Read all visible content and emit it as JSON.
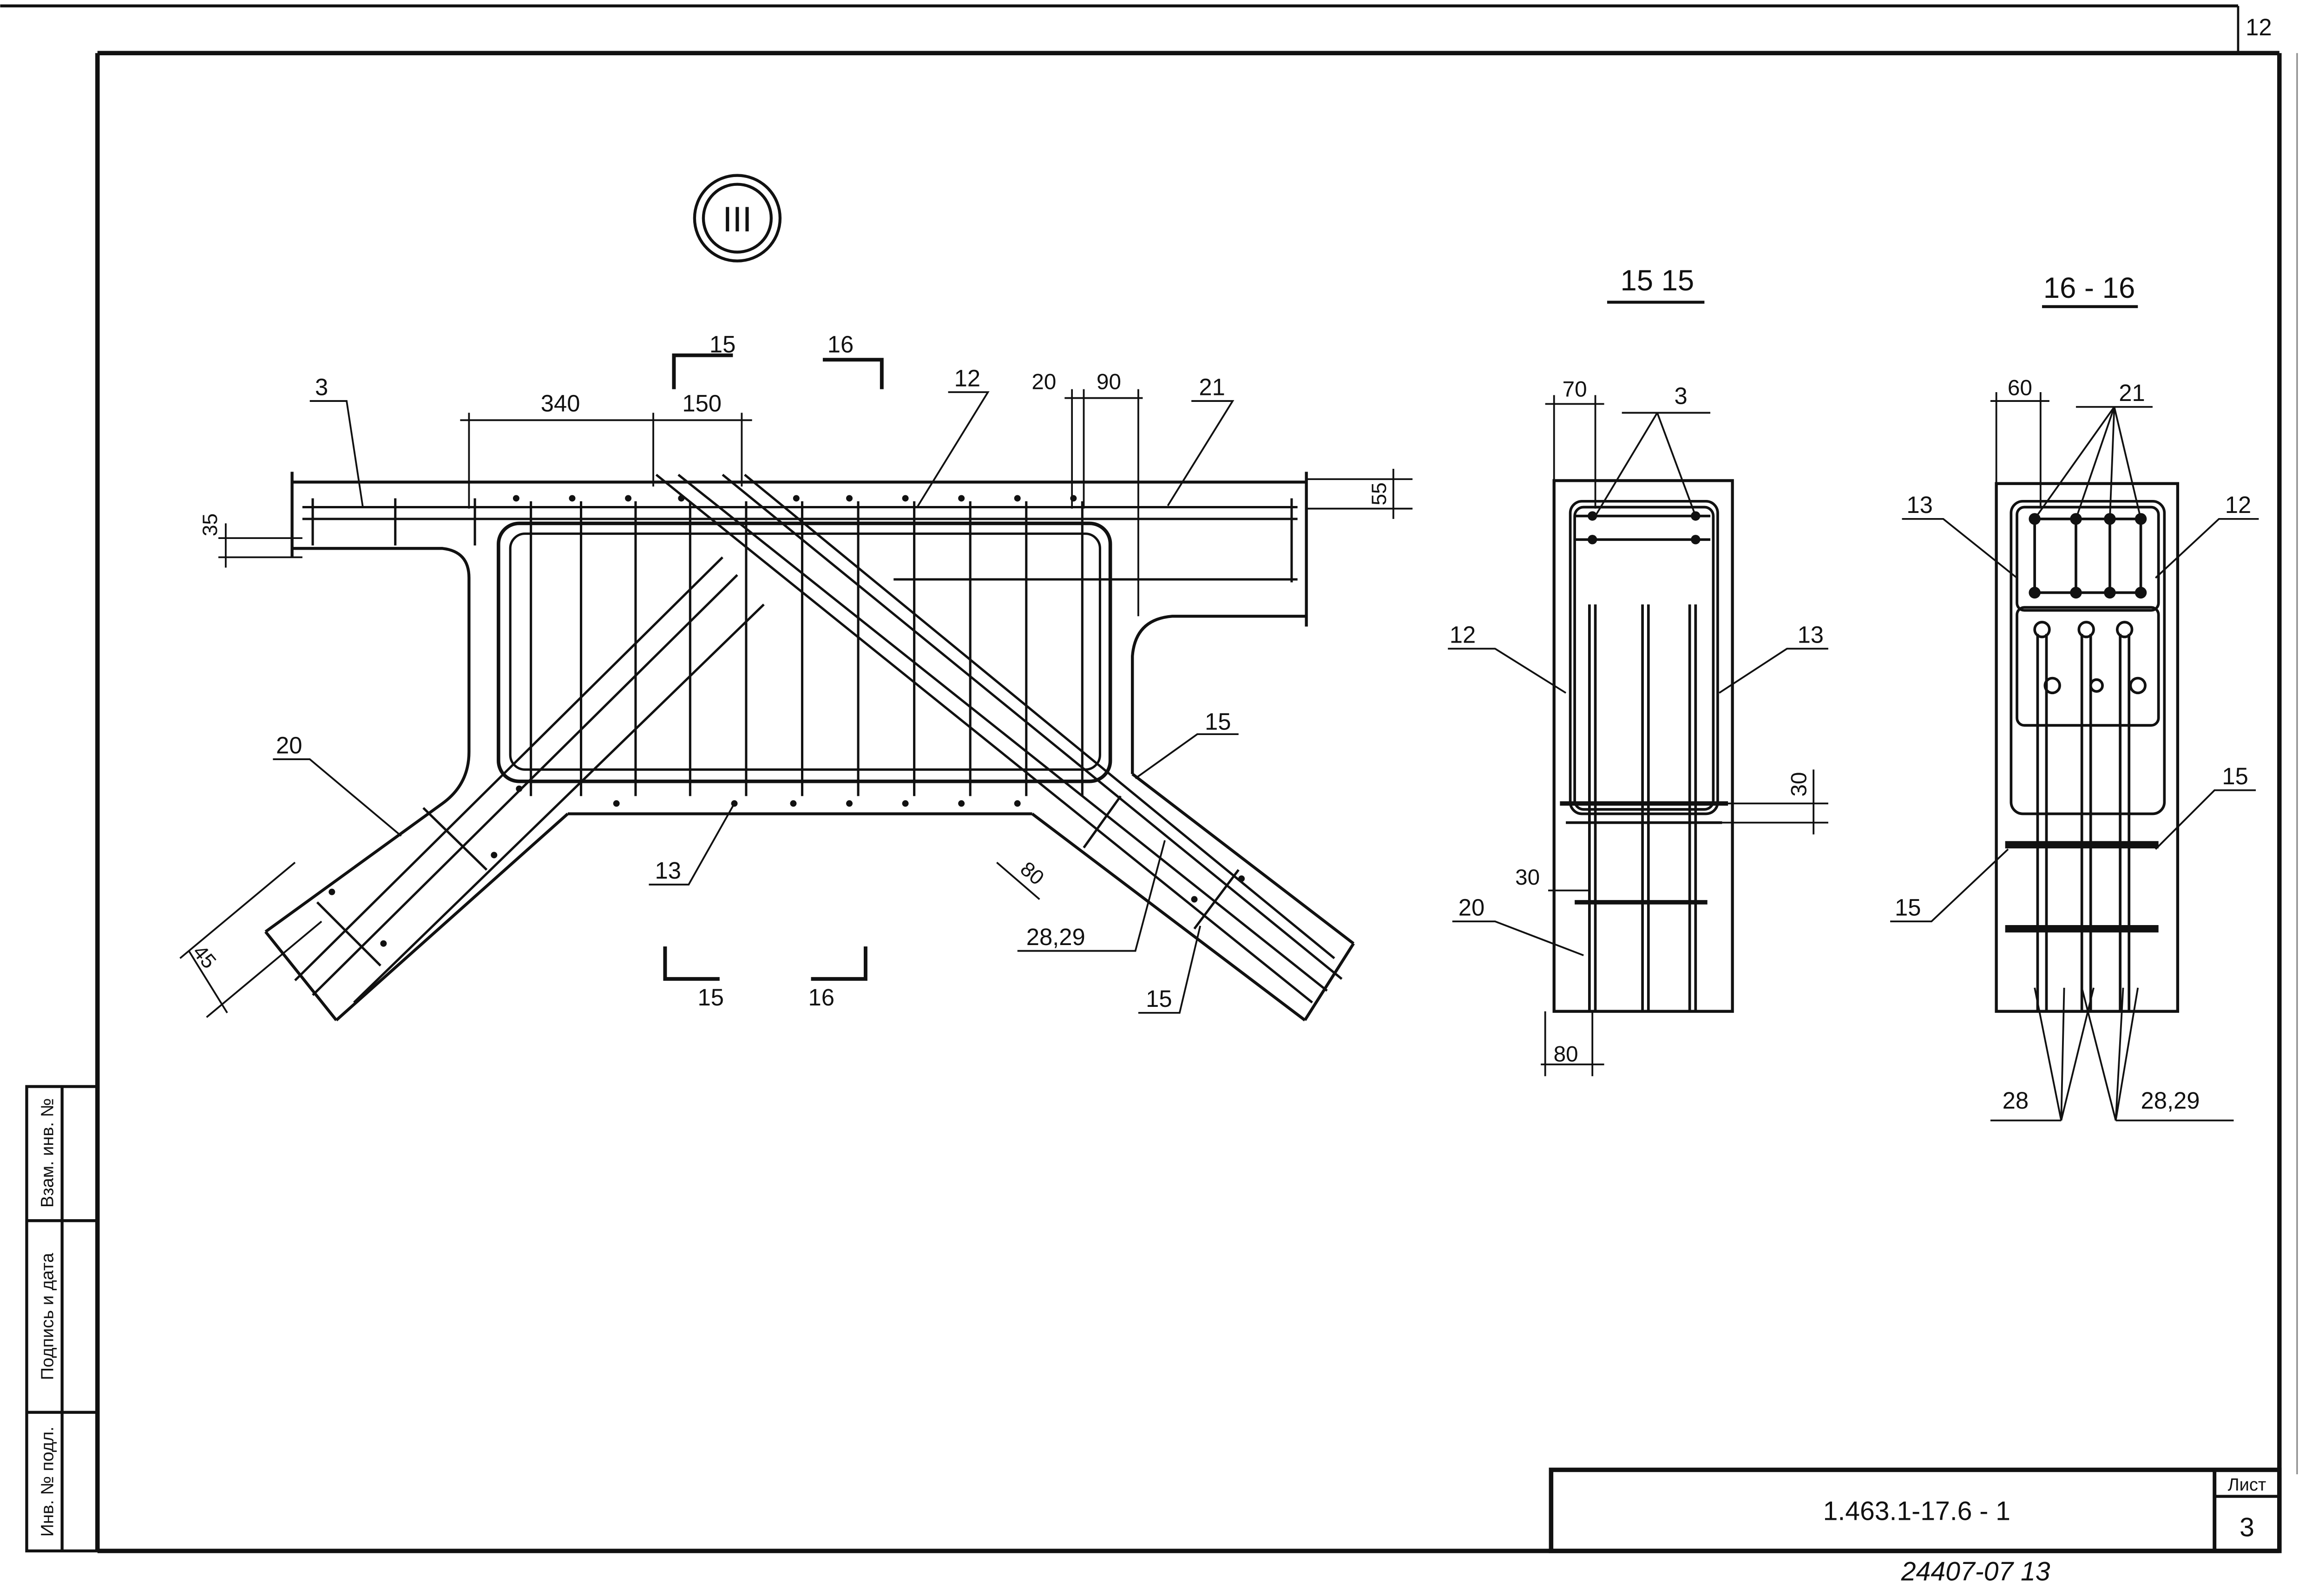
{
  "corner_sheet_number": "12",
  "detail_mark": "III",
  "main_view": {
    "dims": {
      "d340": "340",
      "d150": "150",
      "d20": "20",
      "d90": "90",
      "d35": "35",
      "d55": "55",
      "d45": "45",
      "d80": "80"
    },
    "section_marks": {
      "top_15": "15",
      "top_16": "16",
      "bottom_15": "15",
      "bottom_16": "16"
    },
    "callouts": {
      "c3": "3",
      "c12": "12",
      "c21": "21",
      "c20": "20",
      "c13": "13",
      "c15a": "15",
      "c15b": "15",
      "c2829": "28,29"
    }
  },
  "section_15": {
    "title": "15  15",
    "dims": {
      "d70": "70",
      "d30a": "30",
      "d30b": "30",
      "d80": "80"
    },
    "callouts": {
      "c3": "3",
      "c12": "12",
      "c13": "13",
      "c20": "20"
    }
  },
  "section_16": {
    "title": "16 - 16",
    "dims": {
      "d60": "60"
    },
    "callouts": {
      "c21": "21",
      "c13": "13",
      "c12": "12",
      "c15a": "15",
      "c15b": "15",
      "c28": "28",
      "c2829": "28,29"
    }
  },
  "side_stamp": {
    "col1": "Инв. № подл.",
    "col2": "Подпись и дата",
    "col3": "Взам. инв. №"
  },
  "title_block": {
    "doc_code": "1.463.1-17.6 - 1",
    "sheet_label": "Лист",
    "sheet_number": "3"
  },
  "footer_stamp": "24407-07   13"
}
